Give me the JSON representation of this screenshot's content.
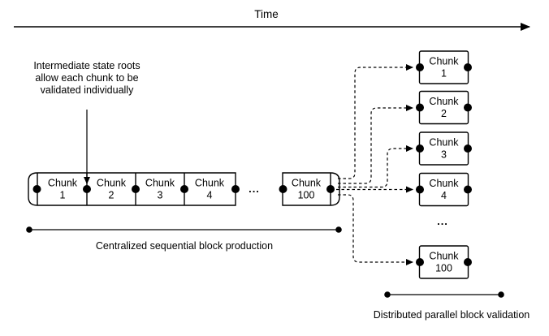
{
  "meta": {
    "background": "#ffffff",
    "ink": "#000000"
  },
  "timeline": {
    "label": "Time"
  },
  "annotation": {
    "lines": [
      "Intermediate state roots",
      "allow each chunk to be",
      "validated individually"
    ]
  },
  "production": {
    "label": "Centralized sequential block production",
    "ellipsis": "...",
    "chunks": [
      {
        "word": "Chunk",
        "num": "1"
      },
      {
        "word": "Chunk",
        "num": "2"
      },
      {
        "word": "Chunk",
        "num": "3"
      },
      {
        "word": "Chunk",
        "num": "4"
      },
      {
        "word": "Chunk",
        "num": "100"
      }
    ]
  },
  "validation": {
    "label": "Distributed parallel block validation",
    "ellipsis": "...",
    "chunks": [
      {
        "word": "Chunk",
        "num": "1"
      },
      {
        "word": "Chunk",
        "num": "2"
      },
      {
        "word": "Chunk",
        "num": "3"
      },
      {
        "word": "Chunk",
        "num": "4"
      },
      {
        "word": "Chunk",
        "num": "100"
      }
    ]
  }
}
